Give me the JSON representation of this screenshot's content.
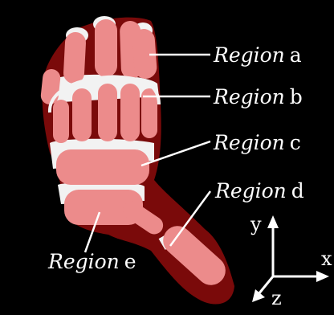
{
  "regions": [
    {
      "italic": "Region",
      "suffix": "a"
    },
    {
      "italic": "Region",
      "suffix": "b"
    },
    {
      "italic": "Region",
      "suffix": "c"
    },
    {
      "italic": "Region",
      "suffix": "d"
    },
    {
      "italic": "Region",
      "suffix": "e"
    }
  ],
  "axes": {
    "x": "x",
    "y": "y",
    "z": "z"
  },
  "colors": {
    "background": "#000000",
    "silhouette": "#7a0a0a",
    "finger": "#ec8b8b",
    "joint": "#f2f2f2",
    "label": "#ffffff"
  }
}
